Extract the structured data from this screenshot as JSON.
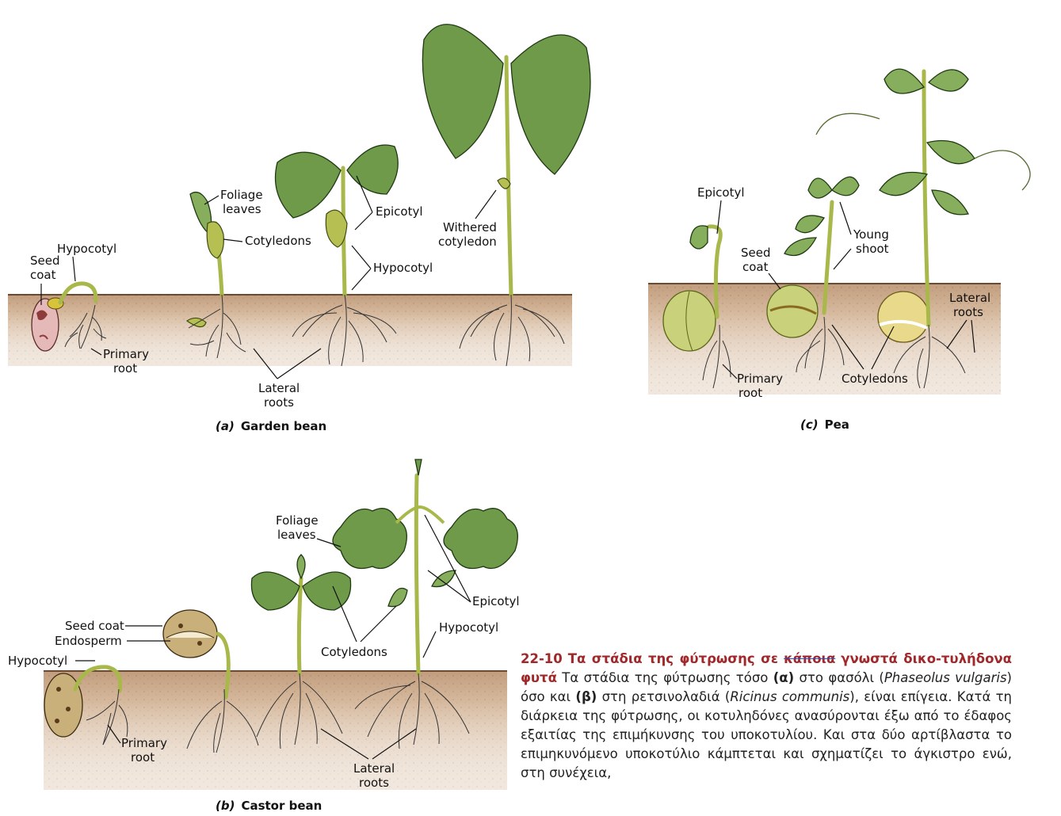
{
  "panels": {
    "a": {
      "caption_letter": "(a)",
      "caption_name": "Garden bean",
      "labels": {
        "hypocotyl_1": "Hypocotyl",
        "seed_coat_1": "Seed",
        "seed_coat_2": "coat",
        "primary_root_1": "Primary",
        "primary_root_2": "root",
        "foliage_leaves_1": "Foliage",
        "foliage_leaves_2": "leaves",
        "cotyledons": "Cotyledons",
        "epicotyl": "Epicotyl",
        "hypocotyl_2": "Hypocotyl",
        "withered_cotyledon_1": "Withered",
        "withered_cotyledon_2": "cotyledon",
        "lateral_roots_1": "Lateral",
        "lateral_roots_2": "roots"
      }
    },
    "b": {
      "caption_letter": "(b)",
      "caption_name": "Castor bean",
      "labels": {
        "foliage_leaves_1": "Foliage",
        "foliage_leaves_2": "leaves",
        "seed_coat": "Seed coat",
        "endosperm": "Endosperm",
        "hypocotyl_1": "Hypocotyl",
        "primary_root_1": "Primary",
        "primary_root_2": "root",
        "cotyledons": "Cotyledons",
        "epicotyl": "Epicotyl",
        "hypocotyl_2": "Hypocotyl",
        "lateral_roots_1": "Lateral",
        "lateral_roots_2": "roots"
      }
    },
    "c": {
      "caption_letter": "(c)",
      "caption_name": "Pea",
      "labels": {
        "epicotyl": "Epicotyl",
        "seed_coat_1": "Seed",
        "seed_coat_2": "coat",
        "young_shoot_1": "Young",
        "young_shoot_2": "shoot",
        "primary_root_1": "Primary",
        "primary_root_2": "root",
        "cotyledons": "Cotyledons",
        "lateral_roots_1": "Lateral",
        "lateral_roots_2": "roots"
      }
    }
  },
  "caption": {
    "number": "22-10",
    "title_part1": "Τα στάδια της φύτρωσης σε",
    "struck_word": "κάποια",
    "title_part2": "γνωστά δικο-τυλήδονα φυτά",
    "body_1": " Τα στάδια της φύτρωσης τόσο ",
    "alpha": "(α)",
    "body_2": " στο φασόλι (",
    "phaseolus": "Phaseolus vulgaris",
    "body_3": ") όσο και ",
    "beta": "(β)",
    "body_4": " στη ρετσινολαδιά (",
    "ricinus": "Ricinus communis",
    "body_5": "), είναι επίγεια. Κατά τη διάρκεια της φύτρωσης, οι κοτυληδόνες ανασύρονται έξω από το έδαφος εξαιτίας της επιμήκυνσης του υποκοτυλίου. Και στα δύο αρτίβλαστα το επιμηκυνόμενο υποκοτύλιο κάμπτεται και σχηματίζει το άγκιστρο ενώ, στη συνέχεια,"
  },
  "colors": {
    "soil": "#c9a585",
    "leaf": "#6e9a4a",
    "stem": "#a8b84a",
    "caption_title": "#a0282a"
  }
}
